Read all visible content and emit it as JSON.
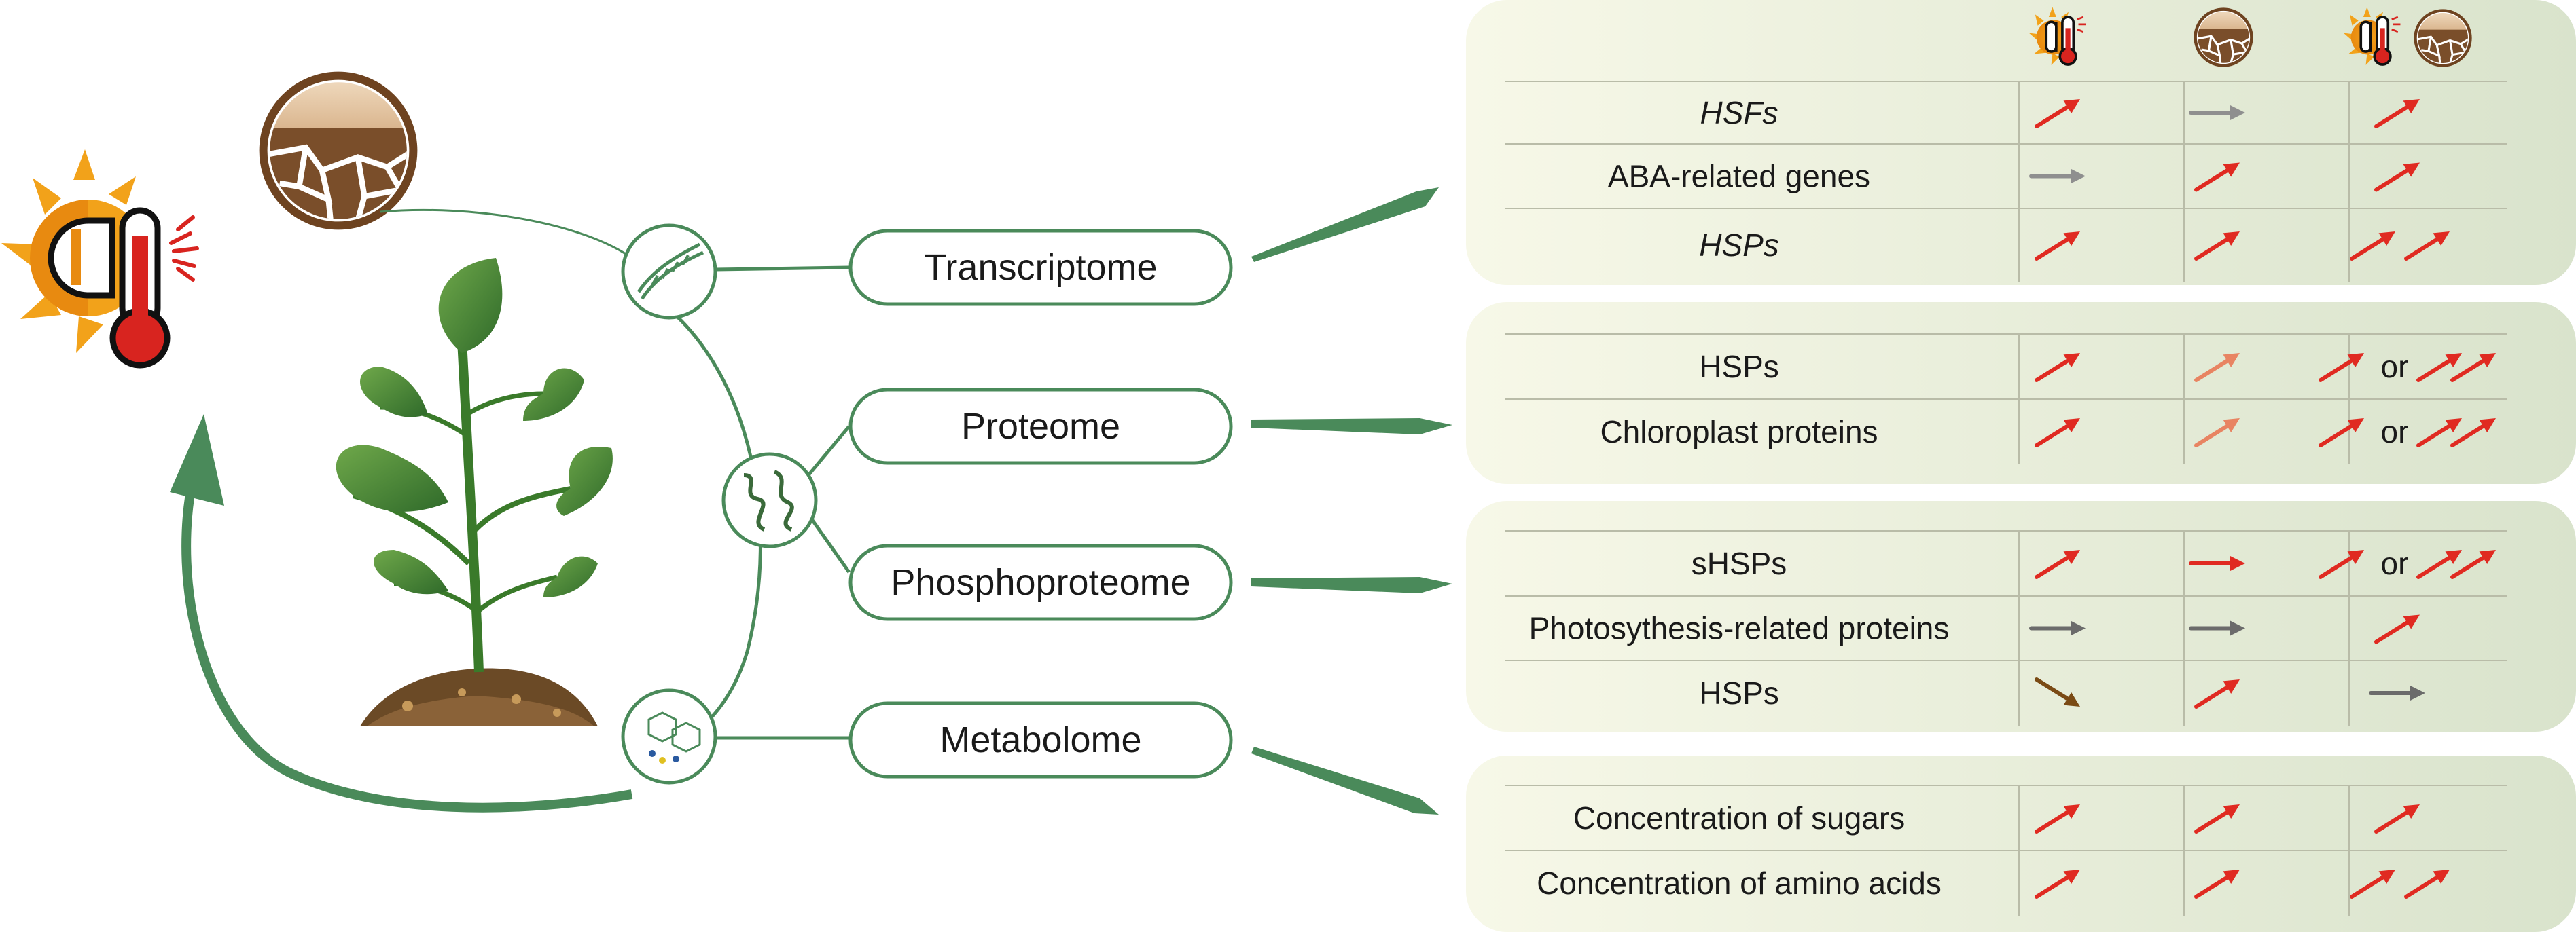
{
  "colors": {
    "dark_green": "#4a8a5a",
    "leaf_green": "#4f8a3a",
    "panel_left": "#f7f8e8",
    "panel_right": "#d9e3cc",
    "red": "#e02a21",
    "light_red": "#e88462",
    "gray": "#8f8f8f",
    "dark_gray": "#6b6b6b",
    "brown": "#7a4a14"
  },
  "icons": {
    "heat": "heat-icon",
    "drought": "drought-icon",
    "combined": "heat-and-drought-icon"
  },
  "omics": [
    {
      "label": "Transcriptome"
    },
    {
      "label": "Proteome"
    },
    {
      "label": "Phosphoproteome"
    },
    {
      "label": "Metabolome"
    }
  ],
  "panels": [
    {
      "rows": [
        {
          "label": "HSFs",
          "italic": true,
          "heat": "up",
          "drought": "neutral-gray",
          "combined": "up"
        },
        {
          "label": "ABA-related genes",
          "italic": false,
          "heat": "neutral-gray",
          "drought": "up",
          "combined": "up"
        },
        {
          "label": "HSPs",
          "italic": true,
          "heat": "up",
          "drought": "up",
          "combined": "up-double"
        }
      ]
    },
    {
      "rows": [
        {
          "label": "HSPs",
          "italic": false,
          "heat": "up",
          "drought": "up-light",
          "combined": "up-or-double"
        },
        {
          "label": "Chloroplast proteins",
          "italic": false,
          "heat": "up",
          "drought": "up-light",
          "combined": "up-or-double"
        }
      ]
    },
    {
      "rows": [
        {
          "label": "sHSPs",
          "italic": false,
          "heat": "up",
          "drought": "right-red",
          "combined": "up-or-double"
        },
        {
          "label": "Photosythesis-related proteins",
          "italic": false,
          "heat": "neutral-dark",
          "drought": "neutral-dark",
          "combined": "up"
        },
        {
          "label": "HSPs",
          "italic": false,
          "heat": "down-brown",
          "drought": "up",
          "combined": "neutral-dark"
        }
      ]
    },
    {
      "rows": [
        {
          "label": "Concentration of sugars",
          "italic": false,
          "heat": "up",
          "drought": "up",
          "combined": "up"
        },
        {
          "label": "Concentration of amino acids",
          "italic": false,
          "heat": "up",
          "drought": "up",
          "combined": "up-double"
        }
      ]
    }
  ],
  "or_text": "or"
}
